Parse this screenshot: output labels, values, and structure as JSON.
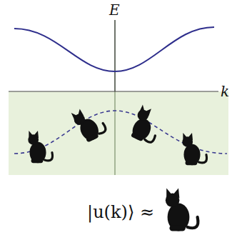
{
  "diagram": {
    "labels": [
      "E",
      "k",
      "|u(k)⟩ ≈"
    ]
  }
}
